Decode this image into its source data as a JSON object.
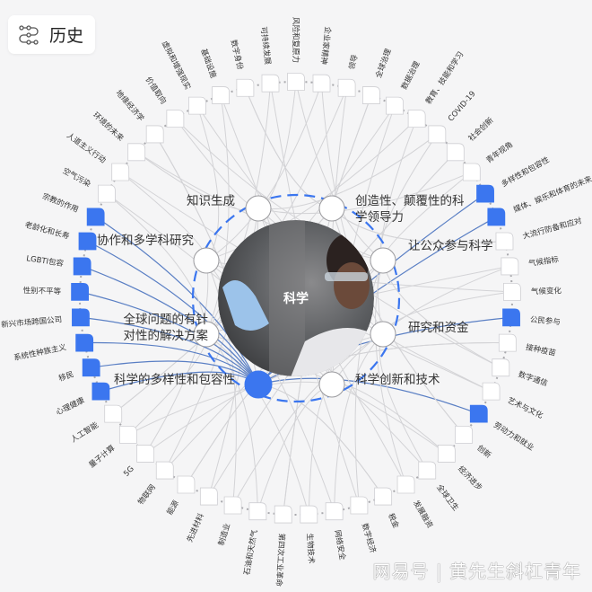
{
  "header": {
    "title": "历史",
    "icon": "history-timeline-icon"
  },
  "center": {
    "label": "科学"
  },
  "colors": {
    "accent": "#3b76ef",
    "node_border": "#cfcfd3",
    "link_gray": "#d3d3d6",
    "link_blue": "#5a7fc4",
    "background": "#f5f5f6"
  },
  "inner_nodes": [
    {
      "label": "知识生成",
      "highlighted": false
    },
    {
      "label": "创造性、颠覆性的科学领导力",
      "highlighted": false
    },
    {
      "label": "让公众参与科学",
      "highlighted": false
    },
    {
      "label": "研究和资金",
      "highlighted": false
    },
    {
      "label": "科学创新和技术",
      "highlighted": false
    },
    {
      "label": "科学的多样性和包容性",
      "highlighted": true
    },
    {
      "label": "全球问题的有针对性的解决方案",
      "highlighted": false
    },
    {
      "label": "协作和多学科研究",
      "highlighted": false
    }
  ],
  "outer_nodes": [
    {
      "label": "风险和复原力",
      "highlighted": false
    },
    {
      "label": "企业家精神",
      "highlighted": false
    },
    {
      "label": "领导",
      "highlighted": false
    },
    {
      "label": "全球治理",
      "highlighted": false
    },
    {
      "label": "数据治理",
      "highlighted": false
    },
    {
      "label": "教育、技能和学习",
      "highlighted": false
    },
    {
      "label": "COVID-19",
      "highlighted": false
    },
    {
      "label": "社会创新",
      "highlighted": false
    },
    {
      "label": "青年视角",
      "highlighted": false
    },
    {
      "label": "多样性和包容性",
      "highlighted": true
    },
    {
      "label": "媒体、娱乐和体育的未来",
      "highlighted": true
    },
    {
      "label": "大流行防备和应对",
      "highlighted": false
    },
    {
      "label": "气候指标",
      "highlighted": false
    },
    {
      "label": "气候变化",
      "highlighted": false
    },
    {
      "label": "公民参与",
      "highlighted": true
    },
    {
      "label": "接种疫苗",
      "highlighted": false
    },
    {
      "label": "数字通信",
      "highlighted": false
    },
    {
      "label": "艺术与文化",
      "highlighted": false
    },
    {
      "label": "劳动力和就业",
      "highlighted": true
    },
    {
      "label": "创新",
      "highlighted": false
    },
    {
      "label": "经济进步",
      "highlighted": false
    },
    {
      "label": "全球卫生",
      "highlighted": false
    },
    {
      "label": "发展融资",
      "highlighted": false
    },
    {
      "label": "税金",
      "highlighted": false
    },
    {
      "label": "数字经济",
      "highlighted": false
    },
    {
      "label": "网络安全",
      "highlighted": false
    },
    {
      "label": "生物技术",
      "highlighted": false
    },
    {
      "label": "第四次工业革命",
      "highlighted": false
    },
    {
      "label": "石油和天然气",
      "highlighted": false
    },
    {
      "label": "制造业",
      "highlighted": false
    },
    {
      "label": "先进材料",
      "highlighted": false
    },
    {
      "label": "能源",
      "highlighted": false
    },
    {
      "label": "物联网",
      "highlighted": false
    },
    {
      "label": "5G",
      "highlighted": false
    },
    {
      "label": "量子计算",
      "highlighted": false
    },
    {
      "label": "人工智能",
      "highlighted": false
    },
    {
      "label": "心理健康",
      "highlighted": true
    },
    {
      "label": "移民",
      "highlighted": true
    },
    {
      "label": "系统性种族主义",
      "highlighted": true
    },
    {
      "label": "新兴市场跨国公司",
      "highlighted": true
    },
    {
      "label": "性别不平等",
      "highlighted": true
    },
    {
      "label": "LGBTI包容",
      "highlighted": true
    },
    {
      "label": "老龄化和长寿",
      "highlighted": true
    },
    {
      "label": "宗教的作用",
      "highlighted": true
    },
    {
      "label": "空气污染",
      "highlighted": false
    },
    {
      "label": "人道主义行动",
      "highlighted": false
    },
    {
      "label": "环境的未来",
      "highlighted": false
    },
    {
      "label": "地缘经济学",
      "highlighted": false
    },
    {
      "label": "价值取向",
      "highlighted": false
    },
    {
      "label": "虚拟和增强现实",
      "highlighted": false
    },
    {
      "label": "基础设施",
      "highlighted": false
    },
    {
      "label": "数字身份",
      "highlighted": false
    },
    {
      "label": "可持续发展",
      "highlighted": false
    }
  ],
  "watermark": "网易号 | 黄先生斜杠青年"
}
